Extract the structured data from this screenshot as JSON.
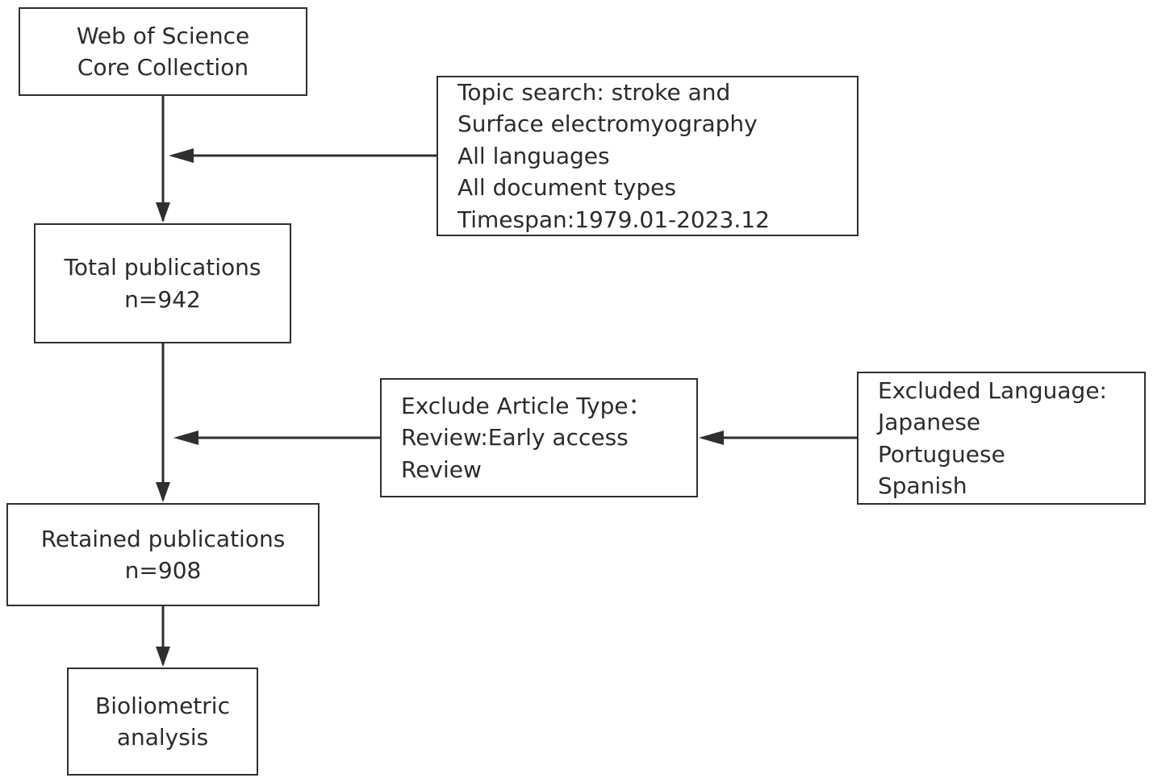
{
  "nodes": {
    "wos": {
      "lines": [
        "Web of Science",
        "Core Collection"
      ]
    },
    "topic": {
      "lines": [
        "Topic search: stroke and",
        "Surface electromyography",
        "All languages",
        "All document types",
        "Timespan:1979.01-2023.12"
      ]
    },
    "total": {
      "lines": [
        "Total publications",
        "n=942"
      ]
    },
    "exclude_type": {
      "lines": [
        "Exclude Article Type：",
        "Review:Early access",
        "Review"
      ]
    },
    "excluded_language": {
      "lines": [
        "Excluded Language:",
        "Japanese",
        "Portuguese",
        "Spanish"
      ]
    },
    "retained": {
      "lines": [
        "Retained publications",
        "n=908"
      ]
    },
    "bio": {
      "lines": [
        "Bioliometric",
        "analysis"
      ]
    }
  },
  "colors": {
    "stroke": "#2f2f2f",
    "text": "#2b2b2b",
    "background": "#ffffff"
  }
}
